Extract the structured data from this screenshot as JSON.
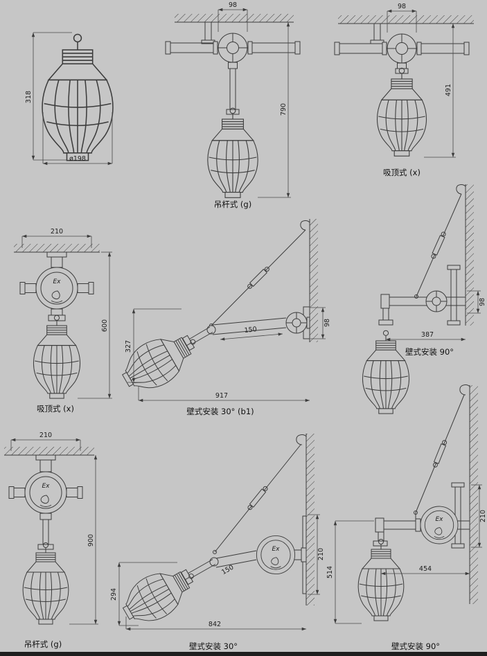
{
  "colors": {
    "background": "#c6c6c6",
    "ink": "#3c3c3c"
  },
  "marks": {
    "ex": "Ex"
  },
  "views": {
    "lamp_detail": {
      "dim_height": "318",
      "dim_diameter": "ø198"
    },
    "pendant_top": {
      "label": "吊杆式 (g)",
      "dim_width": "98",
      "dim_height": "790"
    },
    "ceiling_top": {
      "label": "吸顶式 (x)",
      "dim_width": "98",
      "dim_height": "491"
    },
    "ceiling_mid": {
      "label": "吸顶式 (x)",
      "dim_width": "210",
      "dim_height": "600"
    },
    "wall30_mid": {
      "label": "壁式安装 30° (b1)",
      "dim_height": "327",
      "dim_arm": "150",
      "dim_width": "917",
      "dim_box": "98"
    },
    "wall90_top": {
      "label": "壁式安装 90°",
      "dim_width": "387",
      "dim_box": "98"
    },
    "pendant_bottom": {
      "label": "吊杆式 (g)",
      "dim_width": "210",
      "dim_height": "900"
    },
    "wall30_bottom": {
      "label": "壁式安装 30°",
      "dim_height": "294",
      "dim_width": "842",
      "dim_arm": "150",
      "dim_box": "210"
    },
    "wall90_bottom": {
      "label": "壁式安装 90°",
      "dim_width": "454",
      "dim_height": "514",
      "dim_box": "210"
    }
  }
}
